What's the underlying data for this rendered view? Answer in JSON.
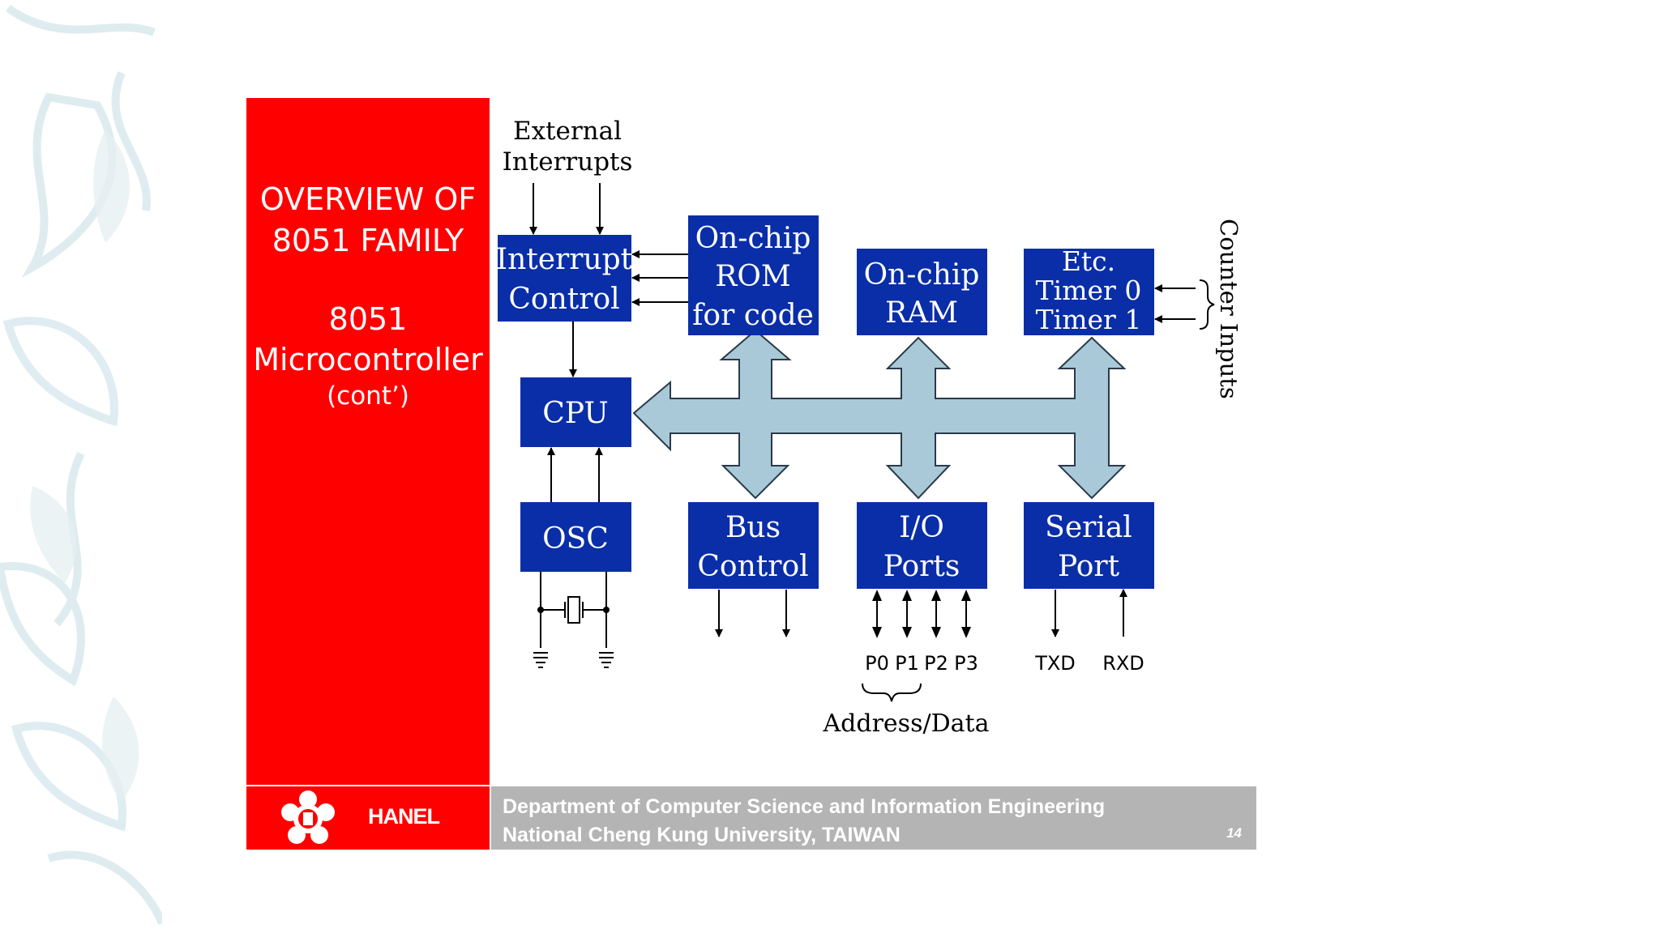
{
  "slide": {
    "title_lines": [
      "OVERVIEW OF",
      "8051 FAMILY"
    ],
    "subtitle_lines": [
      "8051",
      "Microcontroller"
    ],
    "subtitle_note": "(cont’)"
  },
  "footer": {
    "brand": "HANEL",
    "department_line1": "Department of Computer Science and Information Engineering",
    "department_line2": "National Cheng Kung University, TAIWAN",
    "page_number": "14"
  },
  "diagram": {
    "external_interrupts": [
      "External",
      "Interrupts"
    ],
    "interrupt_control": [
      "Interrupt",
      "Control"
    ],
    "onchip_rom": [
      "On-chip",
      "ROM",
      "for code"
    ],
    "onchip_ram": [
      "On-chip",
      "RAM"
    ],
    "timers": [
      "Etc.",
      "Timer 0",
      "Timer 1"
    ],
    "counter_inputs": "Counter Inputs",
    "cpu": "CPU",
    "osc": "OSC",
    "bus_control": [
      "Bus",
      "Control"
    ],
    "io_ports": [
      "I/O",
      "Ports"
    ],
    "serial_port": [
      "Serial",
      "Port"
    ],
    "ports": [
      "P0",
      "P1",
      "P2",
      "P3"
    ],
    "txd": "TXD",
    "rxd": "RXD",
    "address_data": "Address/Data"
  },
  "colors": {
    "block_blue": "#0a2ea8",
    "bus_light_blue": "#a9c9d8",
    "title_red": "#ff0000",
    "footer_gray": "#b4b4b4"
  }
}
